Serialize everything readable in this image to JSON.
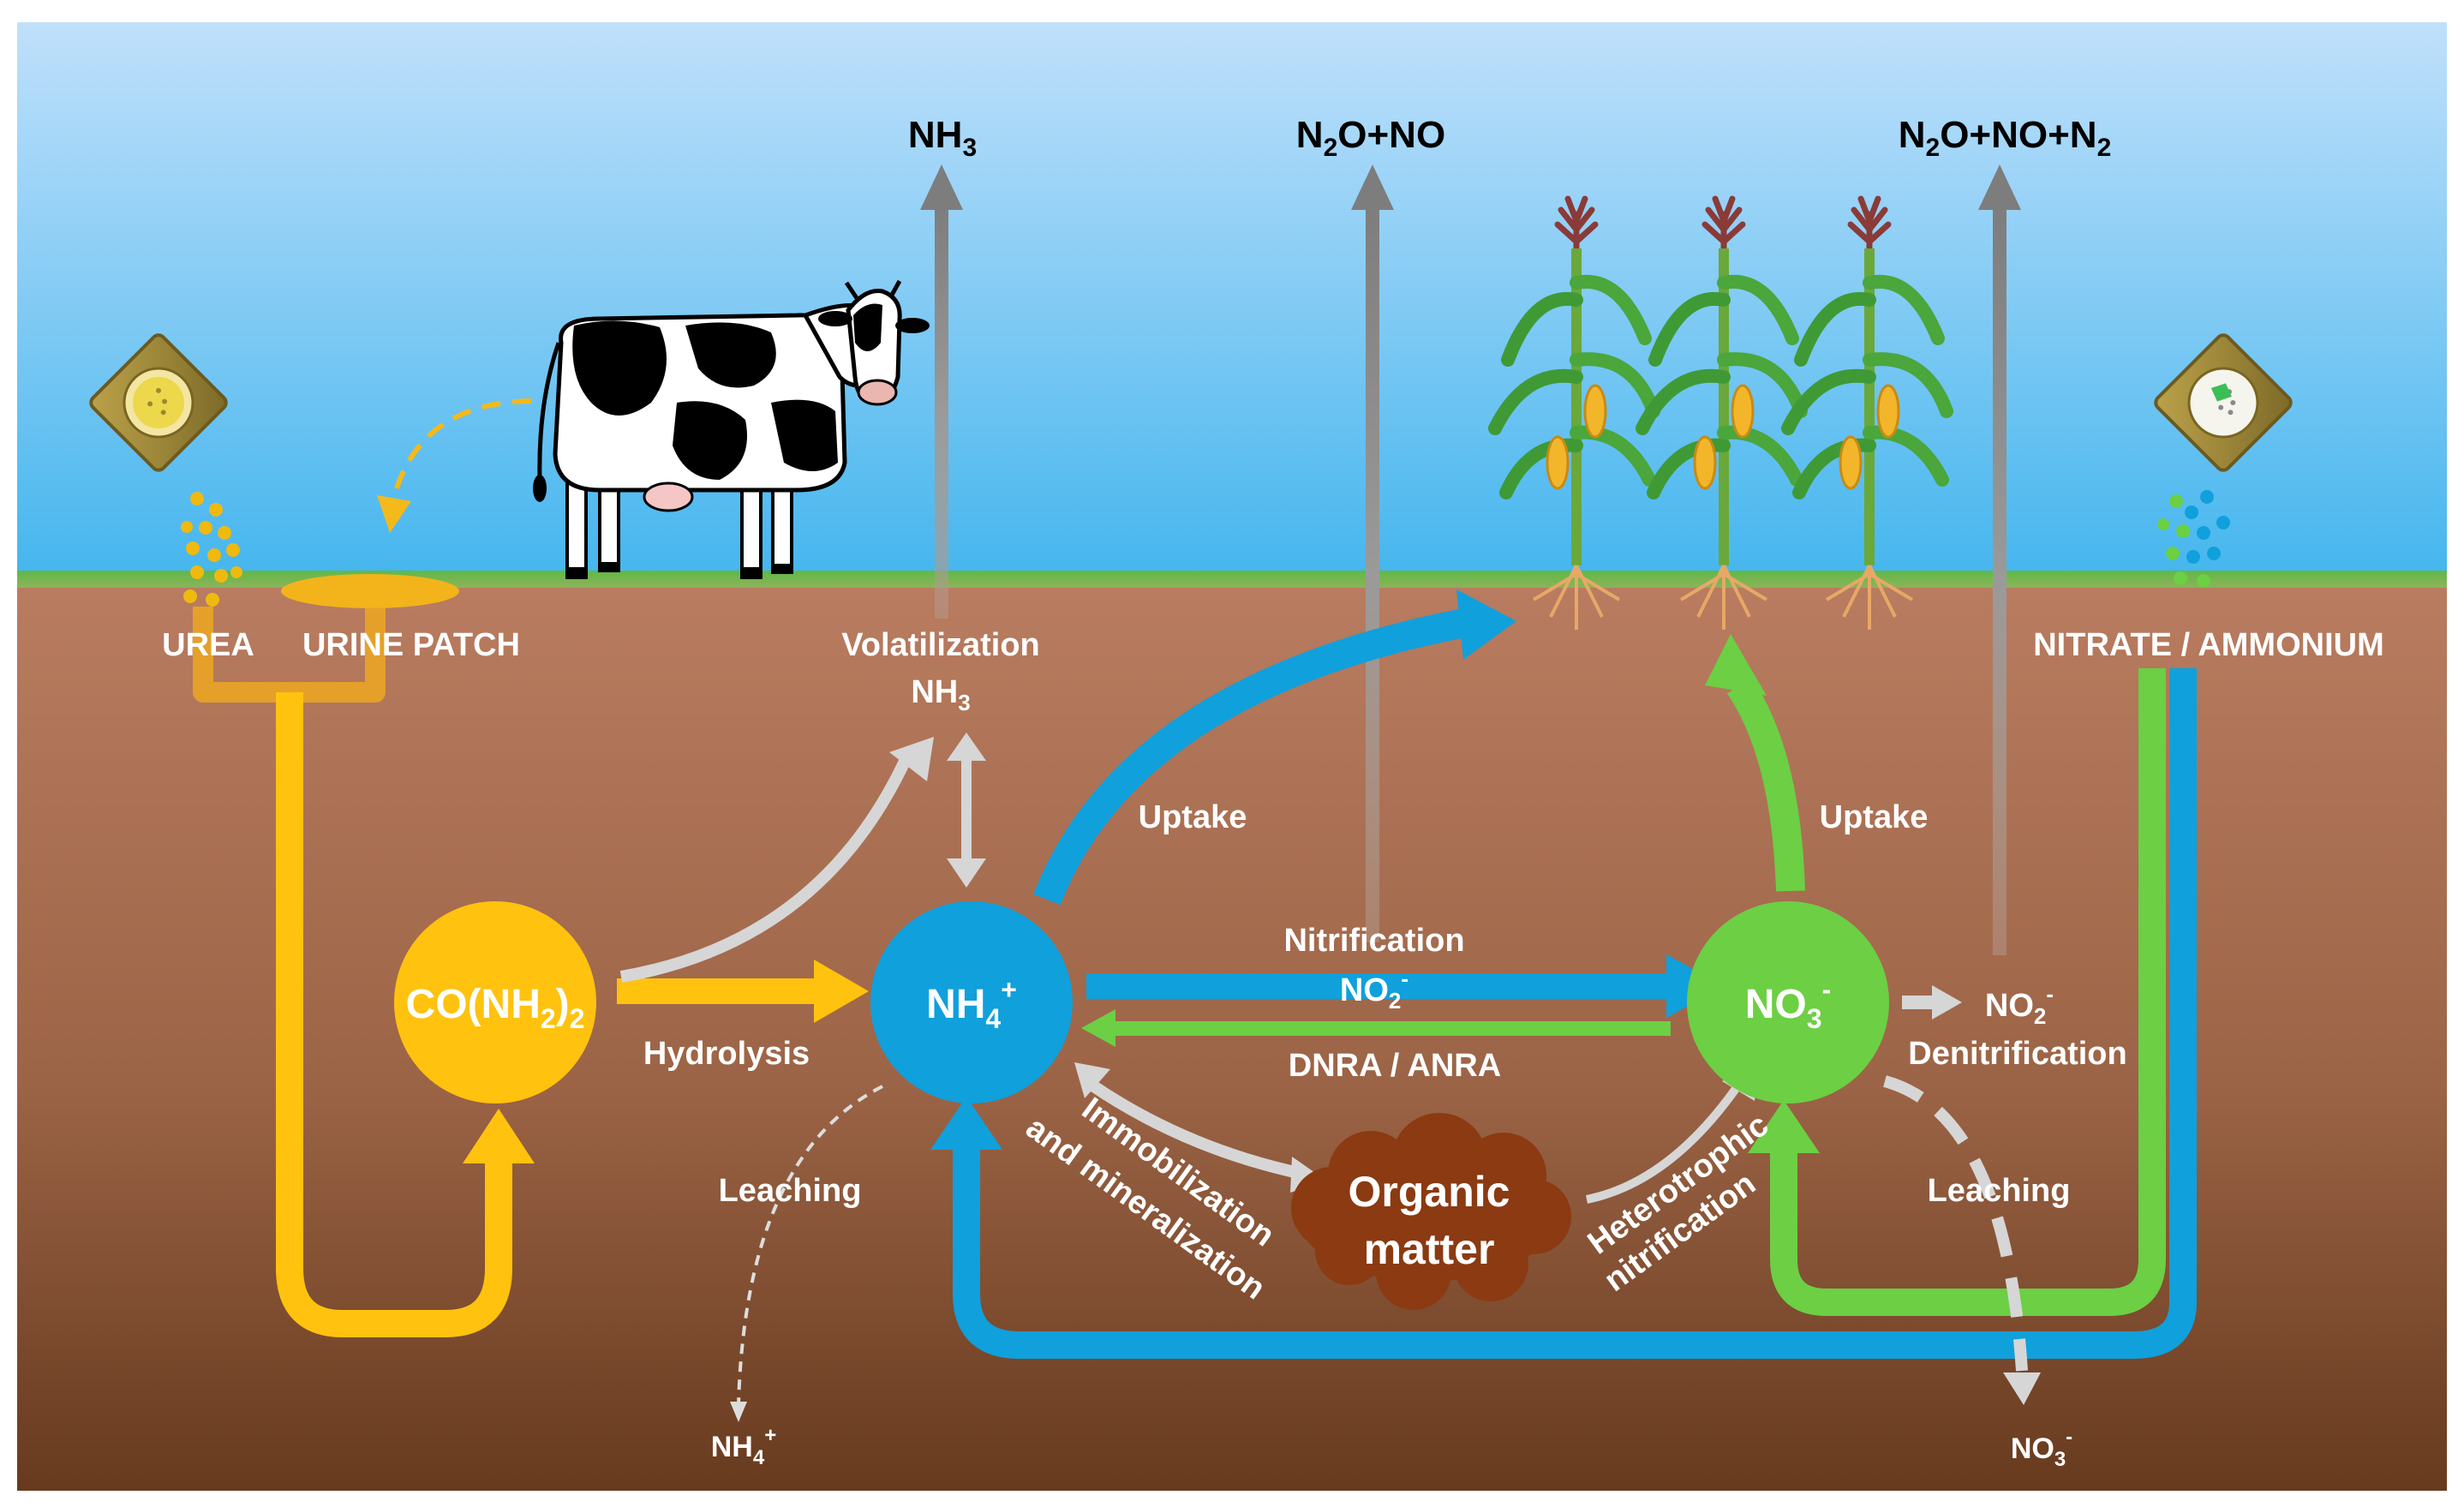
{
  "atmosphere": {
    "nh3": {
      "main": "NH",
      "sub": "3"
    },
    "n2o_no": {
      "a": "N",
      "sub": "2",
      "b": "O+NO"
    },
    "n2o_no_n2": {
      "a": "N",
      "sub1": "2",
      "b": "O+NO+N",
      "sub2": "2"
    }
  },
  "surface": {
    "urea": "UREA",
    "urine_patch": "URINE PATCH",
    "volatilization": "Volatilization",
    "volatilization_nh3": {
      "main": "NH",
      "sub": "3"
    },
    "nitrate_ammonium": "NITRATE / AMMONIUM"
  },
  "nodes": {
    "urea_compound": {
      "a": "CO(NH",
      "sub1": "2",
      "b": ")",
      "sub2": "2"
    },
    "ammonium": {
      "main": "NH",
      "sub": "4",
      "sup": "+"
    },
    "nitrate": {
      "main": "NO",
      "sub": "3",
      "sup": "-"
    },
    "organic_matter_line1": "Organic",
    "organic_matter_line2": "matter"
  },
  "processes": {
    "hydrolysis": "Hydrolysis",
    "uptake_left": "Uptake",
    "uptake_right": "Uptake",
    "nitrification": "Nitrification",
    "nitrification_no2": {
      "main": "NO",
      "sub": "2",
      "sup": "-"
    },
    "dnra_anra": "DNRA / ANRA",
    "immobilization_line1": "Immobilization",
    "immobilization_line2": "and mineralization",
    "heterotrophic_line1": "Heterotrophic",
    "heterotrophic_line2": "nitrification",
    "leaching_left": "Leaching",
    "leaching_right": "Leaching",
    "denitrification_no2": {
      "main": "NO",
      "sub": "2",
      "sup": "-"
    },
    "denitrification": "Denitrification",
    "leached_ammonium": {
      "main": "NH",
      "sub": "4",
      "sup": "+"
    },
    "leached_nitrate": {
      "main": "NO",
      "sub": "3",
      "sup": "-"
    }
  },
  "colors": {
    "sky_top": "#bcdcf8",
    "sky_bottom": "#4cb8ef",
    "grass": "#6cc04a",
    "soil_top": "#b87a5f",
    "soil_bottom": "#6a3c1f",
    "urea_yellow": "#ffc20e",
    "ammonium_blue": "#10a0dc",
    "nitrate_green": "#6ccf44",
    "gas_gray": "#8a8a8a",
    "light_gray": "#d8d8d8",
    "organic_brown": "#8b3a12"
  }
}
